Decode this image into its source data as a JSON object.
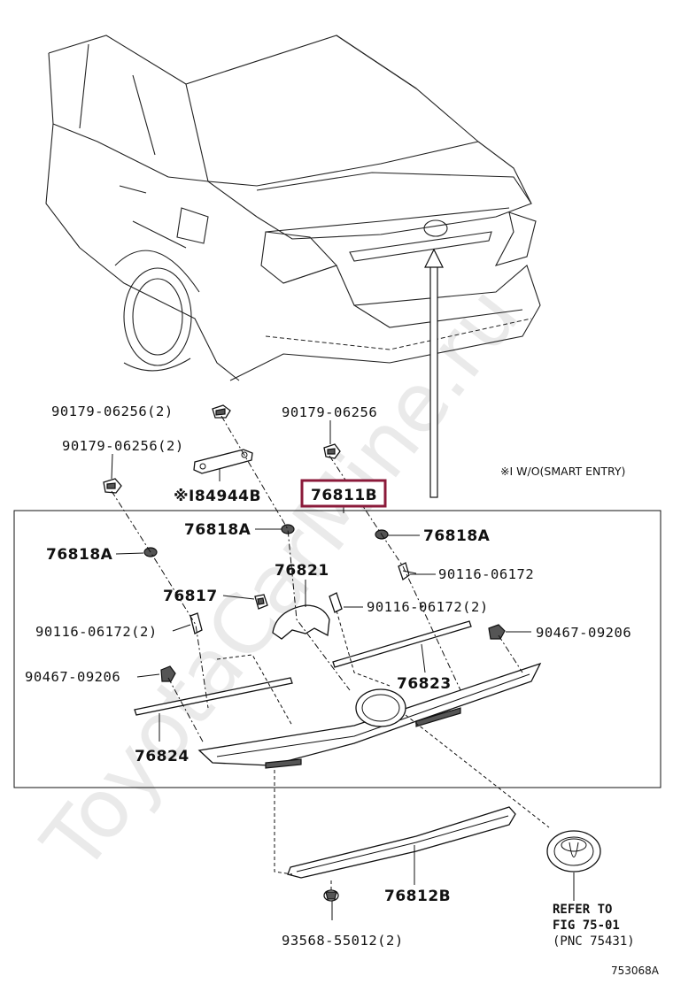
{
  "diagram": {
    "watermark": "ToyotaCarMine.ru",
    "figure_id": "753068A",
    "note": "※I W/O(SMART ENTRY)",
    "highlight_color": "#8b1a3a",
    "labels": {
      "p90179_06256_2_top": "90179-06256(2)",
      "p90179_06256_top": "90179-06256",
      "p90179_06256_2_left": "90179-06256(2)",
      "p84944b": "※I84944B",
      "p76811b": "76811B",
      "p76818a_center": "76818A",
      "p76818a_right": "76818A",
      "p76818a_left": "76818A",
      "p76821": "76821",
      "p90116_06172_right": "90116-06172",
      "p76817": "76817",
      "p90116_06172_2_center": "90116-06172(2)",
      "p90467_09206_right": "90467-09206",
      "p90116_06172_2_left": "90116-06172(2)",
      "p90467_09206_left": "90467-09206",
      "p76823": "76823",
      "p76824": "76824",
      "p76812b": "76812B",
      "p93568_55012_2": "93568-55012(2)"
    },
    "reference": {
      "line1": "REFER TO",
      "line2": "FIG 75-01",
      "line3": "(PNC 75431)"
    }
  }
}
